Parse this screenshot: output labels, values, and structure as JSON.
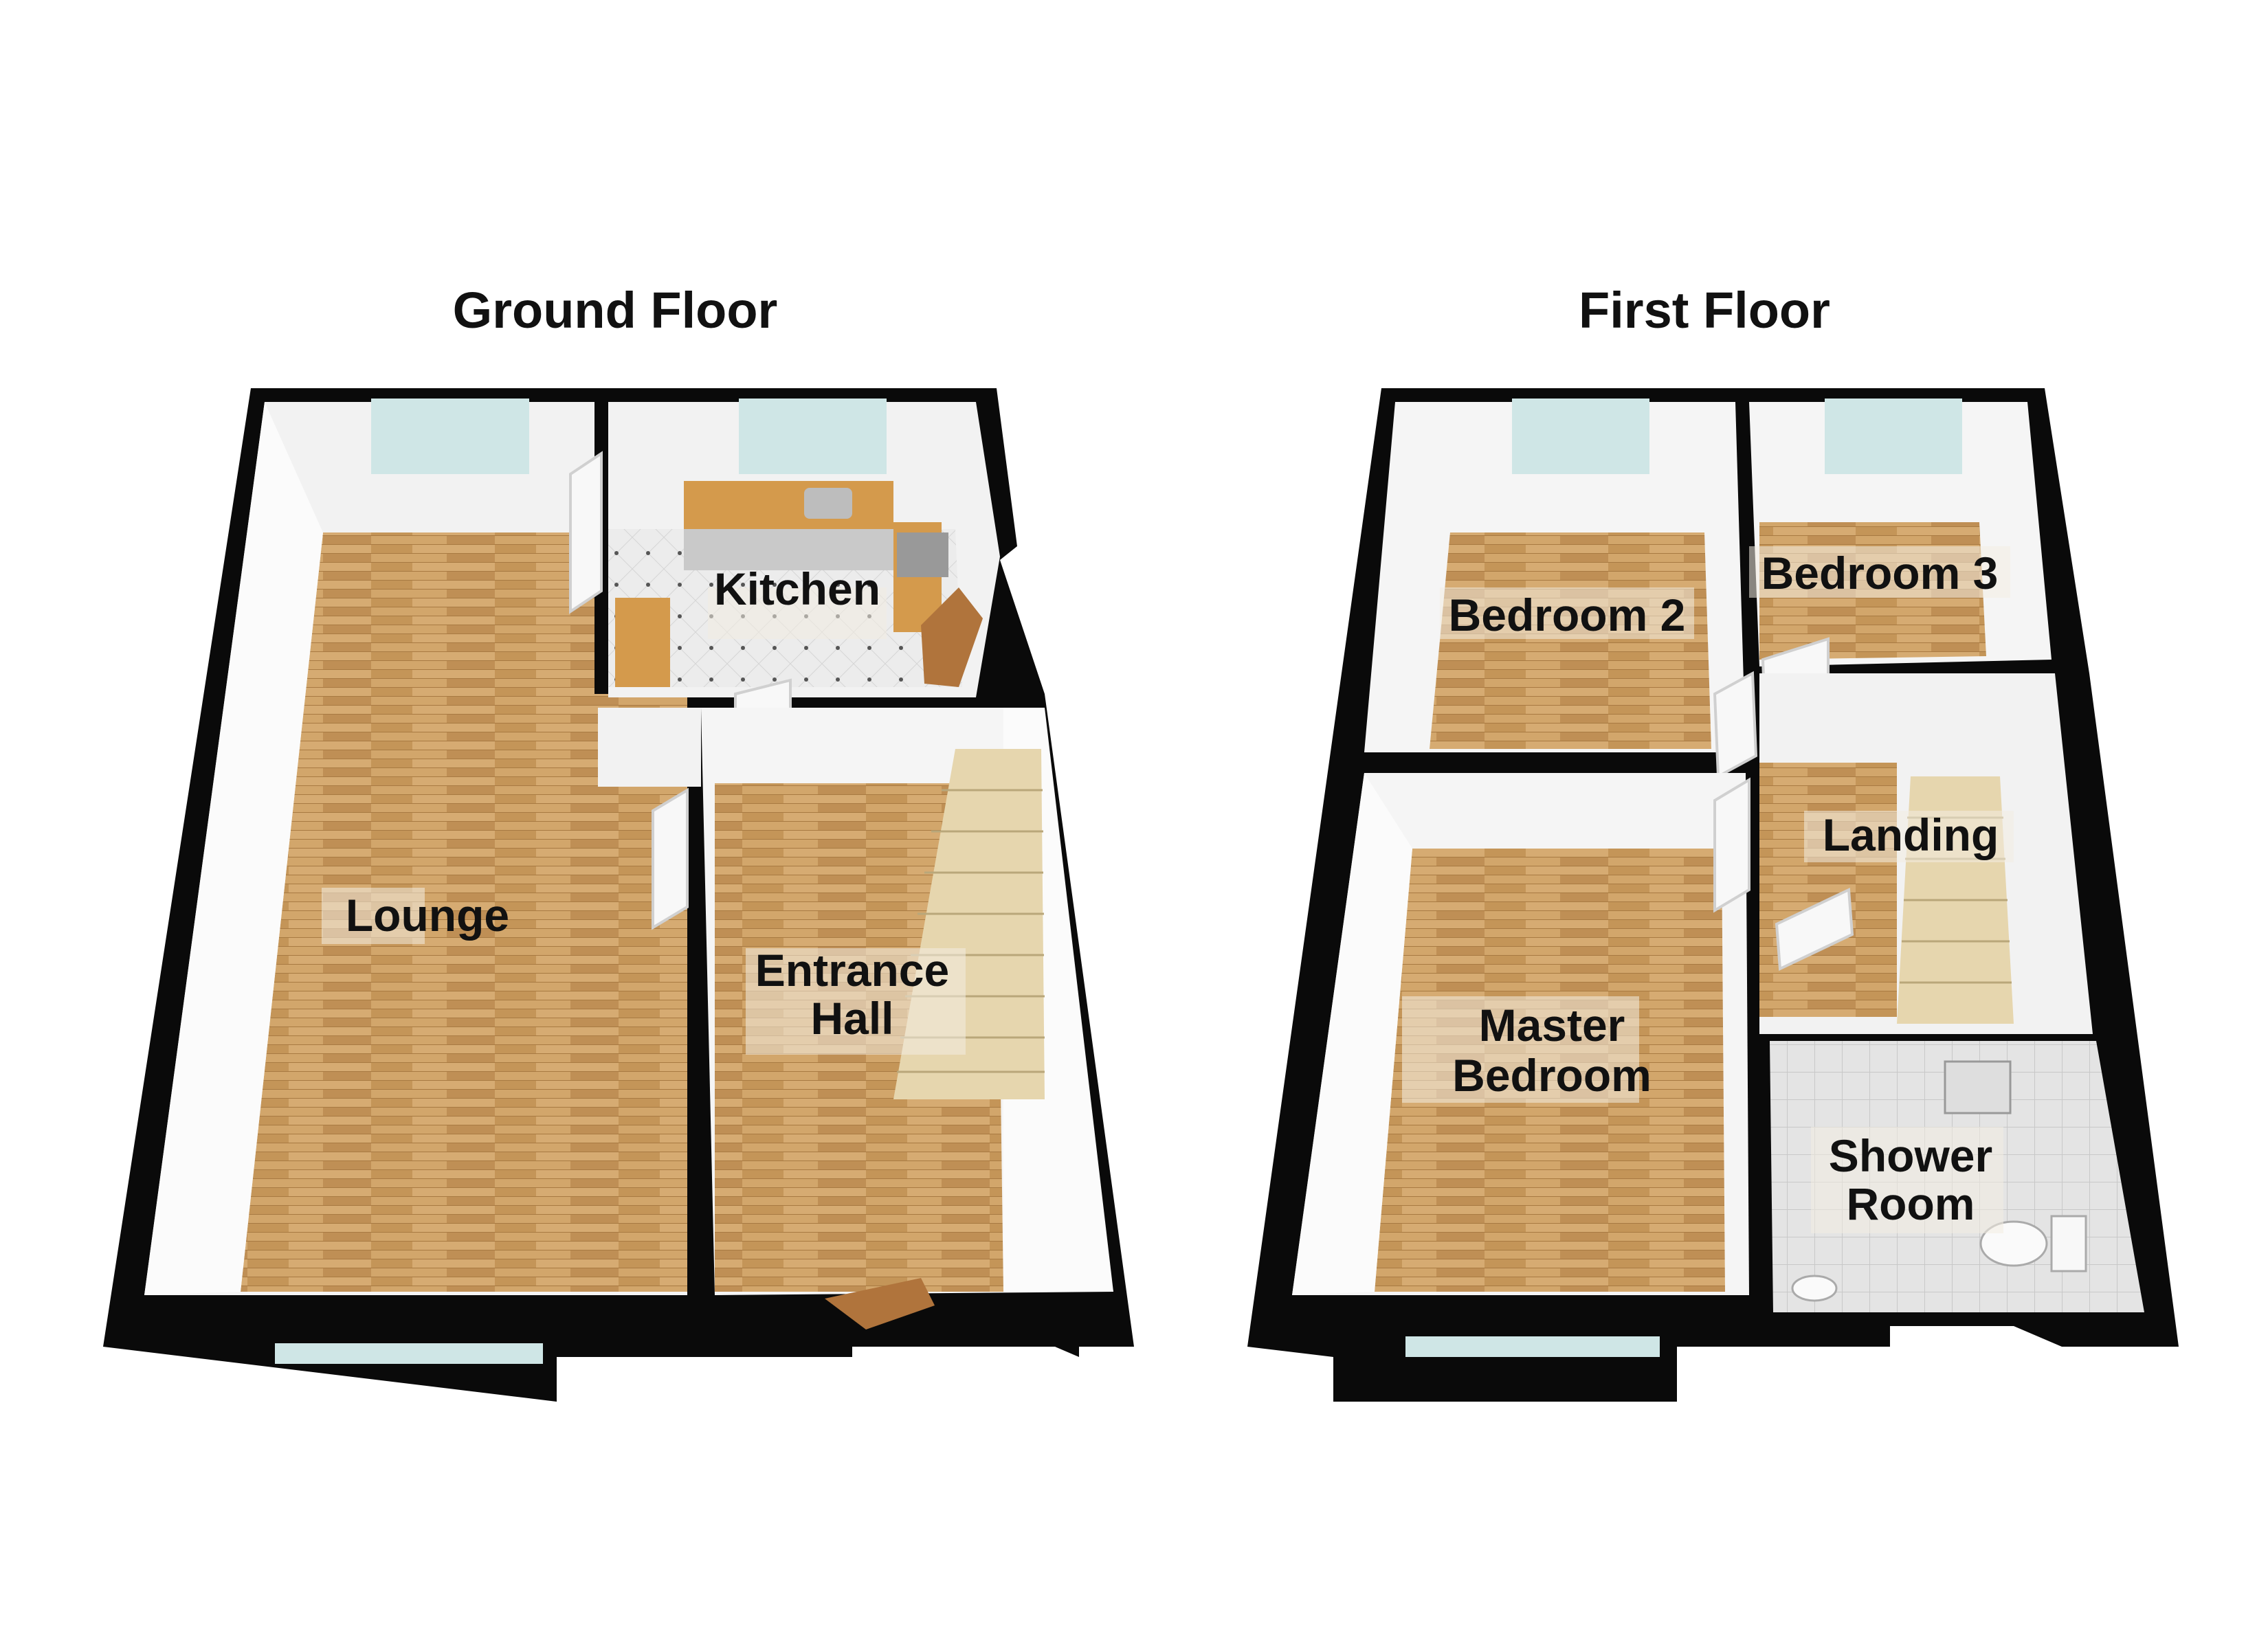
{
  "floors": {
    "ground": {
      "title": "Ground Floor",
      "rooms": {
        "lounge": "Lounge",
        "kitchen": "Kitchen",
        "entrance_hall_line1": "Entrance",
        "entrance_hall_line2": "Hall"
      }
    },
    "first": {
      "title": "First Floor",
      "rooms": {
        "bedroom_2": "Bedroom 2",
        "bedroom_3": "Bedroom 3",
        "landing": "Landing",
        "master_bedroom_line1": "Master",
        "master_bedroom_line2": "Bedroom",
        "shower_room_line1": "Shower",
        "shower_room_line2": "Room"
      }
    }
  },
  "colors": {
    "wall": "#0a0a0a",
    "wood_floor": "#c99a5f",
    "tile_floor": "#e8e8e8",
    "inner_wall": "#f4f4f4",
    "window": "#cfe6e6",
    "door": "#f8f8f8",
    "stairs": "#e6d6ae",
    "worktop": "#d49a4c"
  }
}
